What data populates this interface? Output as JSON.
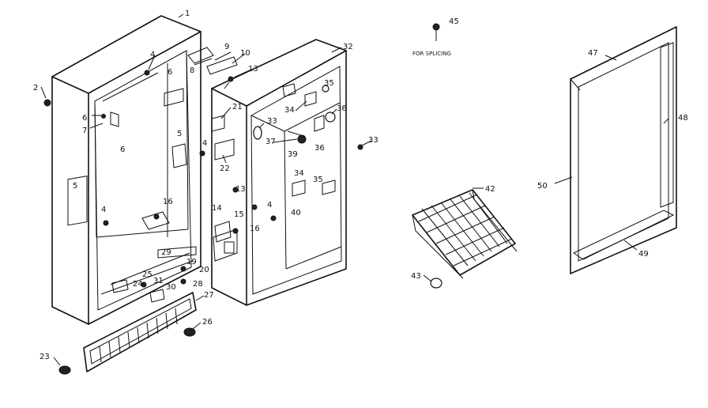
{
  "diagram": {
    "labels": [
      {
        "id": "1",
        "text": "1"
      },
      {
        "id": "2",
        "text": "2"
      },
      {
        "id": "4a",
        "text": "4"
      },
      {
        "id": "4b",
        "text": "4"
      },
      {
        "id": "4c",
        "text": "4"
      },
      {
        "id": "4d",
        "text": "4"
      },
      {
        "id": "5a",
        "text": "5"
      },
      {
        "id": "5b",
        "text": "5"
      },
      {
        "id": "6a",
        "text": "6"
      },
      {
        "id": "6b",
        "text": "6"
      },
      {
        "id": "6c",
        "text": "6"
      },
      {
        "id": "7",
        "text": "7"
      },
      {
        "id": "8",
        "text": "8"
      },
      {
        "id": "9",
        "text": "9"
      },
      {
        "id": "10",
        "text": "10"
      },
      {
        "id": "13a",
        "text": "13"
      },
      {
        "id": "13b",
        "text": "13"
      },
      {
        "id": "14",
        "text": "14"
      },
      {
        "id": "15",
        "text": "15"
      },
      {
        "id": "16a",
        "text": "16"
      },
      {
        "id": "16b",
        "text": "16"
      },
      {
        "id": "19",
        "text": "19"
      },
      {
        "id": "20",
        "text": "20"
      },
      {
        "id": "21",
        "text": "21"
      },
      {
        "id": "22",
        "text": "22"
      },
      {
        "id": "23",
        "text": "23"
      },
      {
        "id": "24",
        "text": "24"
      },
      {
        "id": "25",
        "text": "25"
      },
      {
        "id": "26",
        "text": "26"
      },
      {
        "id": "27",
        "text": "27"
      },
      {
        "id": "28",
        "text": "28"
      },
      {
        "id": "29",
        "text": "29"
      },
      {
        "id": "30",
        "text": "30"
      },
      {
        "id": "31",
        "text": "31"
      },
      {
        "id": "32",
        "text": "32"
      },
      {
        "id": "33a",
        "text": "33"
      },
      {
        "id": "33b",
        "text": "33"
      },
      {
        "id": "34a",
        "text": "34"
      },
      {
        "id": "34b",
        "text": "34"
      },
      {
        "id": "35a",
        "text": "35"
      },
      {
        "id": "35b",
        "text": "35"
      },
      {
        "id": "36a",
        "text": "36"
      },
      {
        "id": "36b",
        "text": "36"
      },
      {
        "id": "37",
        "text": "37"
      },
      {
        "id": "39",
        "text": "39"
      },
      {
        "id": "40",
        "text": "40"
      },
      {
        "id": "42",
        "text": "42"
      },
      {
        "id": "43",
        "text": "43"
      },
      {
        "id": "45",
        "text": "45"
      },
      {
        "id": "47",
        "text": "47"
      },
      {
        "id": "48",
        "text": "48"
      },
      {
        "id": "49",
        "text": "49"
      },
      {
        "id": "50",
        "text": "50"
      }
    ],
    "note": "FOR SPLICING"
  }
}
